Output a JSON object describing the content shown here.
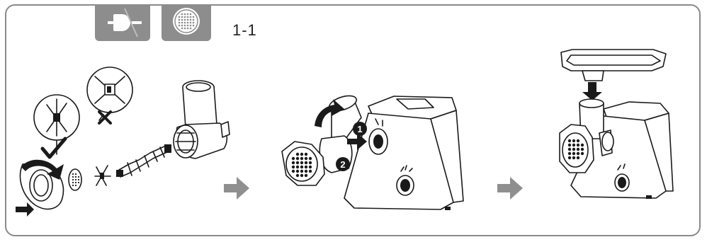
{
  "step": {
    "label": "1-1"
  },
  "icons": {
    "unplug": "unplug-power-icon",
    "grinding_disc": "grinding-disc-icon",
    "arrow": "next-step-arrow-icon"
  },
  "callouts": [
    "1",
    "2"
  ],
  "colors": {
    "frame": "#8a8a8a",
    "icon_bg": "#8d8d8d",
    "arrow": "#8f8f8f",
    "line": "#1a1a1a",
    "callout_bg": "#1a1a1a"
  }
}
